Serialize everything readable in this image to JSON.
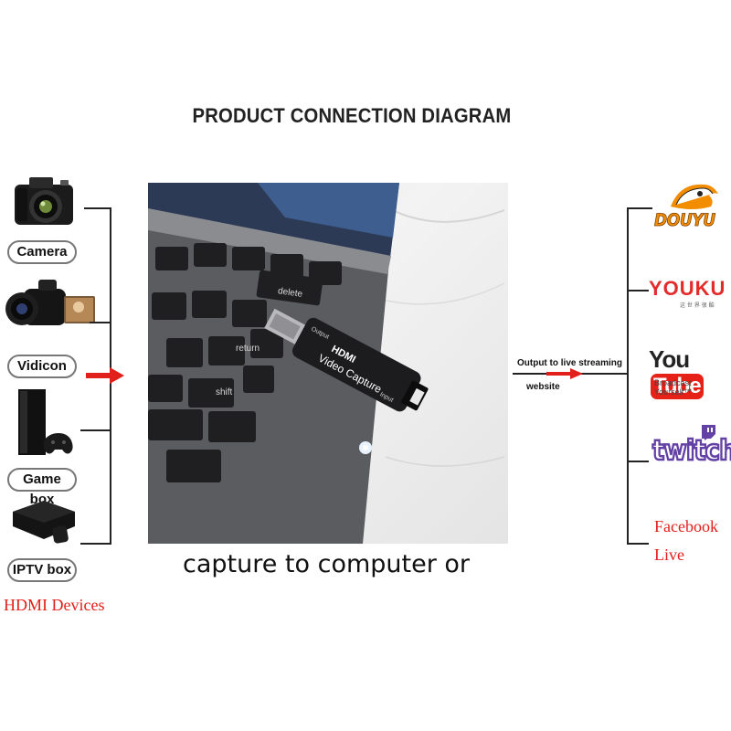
{
  "title": "PRODUCT CONNECTION DIAGRAM",
  "devices": [
    {
      "label": "Camera",
      "icon": "camera-icon"
    },
    {
      "label": "Vidicon",
      "icon": "camcorder-icon"
    },
    {
      "label": "Game box",
      "icon": "game-console-icon"
    },
    {
      "label": "IPTV box",
      "icon": "tv-box-icon"
    }
  ],
  "devices_group_label": "HDMI Devices",
  "adapter": {
    "output_label": "Output",
    "input_label": "Input",
    "brand_text": "HDMI",
    "name_text": "Video Capture"
  },
  "keyboard_keys": [
    "delete",
    "return",
    "shift"
  ],
  "caption": "capture to computer or",
  "output_label_line1": "Output to live streaming",
  "output_label_line2": "website",
  "platforms": [
    {
      "name": "DOUYU",
      "icon": "douyu-shark-icon"
    },
    {
      "name": "YOUKU",
      "subtitle": "这 世 界 很 酷"
    },
    {
      "name_part1": "You",
      "name_part2": "Tube",
      "subtitle": "Broadcast Yourself™"
    },
    {
      "name": "twitch"
    },
    {
      "name_line1": "Facebook",
      "name_line2": "Live"
    }
  ],
  "colors": {
    "accent_red": "#e2201b",
    "line": "#222222",
    "youtube_red": "#e62117",
    "twitch_purple": "#6441a5",
    "douyu_orange": "#f28c00"
  }
}
